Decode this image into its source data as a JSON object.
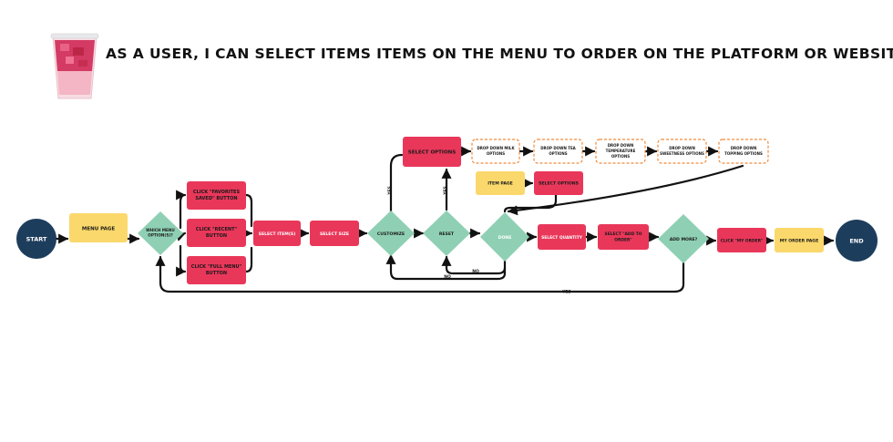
{
  "header": {
    "title": "As a user, I can select items items on the menu to order on the platform or website."
  },
  "flow": {
    "start": "START",
    "end": "END",
    "menu_page": "MENU PAGE",
    "which_menu": [
      "WHICH MENU",
      "OPTION(S)?"
    ],
    "btn_favorites": [
      "CLICK \"FAVORITES",
      "SAVED\" BUTTON"
    ],
    "btn_recent": [
      "CLICK \"RECENT\"",
      "BUTTON"
    ],
    "btn_full": [
      "CLICK \"FULL MENU\"",
      "BUTTON"
    ],
    "select_items": "SELECT ITEM(S)",
    "select_size": "SELECT SIZE",
    "customize": "CUSTOMIZE",
    "reset": "RESET",
    "done": "DONE",
    "select_options": "SELECT OPTIONS",
    "dropdowns": [
      [
        "DROP DOWN MILK",
        "OPTIONS"
      ],
      [
        "DROP DOWN TEA",
        "OPTIONS"
      ],
      [
        "DROP DOWN",
        "TEMPERATURE",
        "OPTIONS"
      ],
      [
        "DROP DOWN",
        "SWEETNESS OPTIONS"
      ],
      [
        "DROP DOWN",
        "TOPPING OPTIONS"
      ]
    ],
    "item_page": "ITEM PAGE",
    "select_options_small": "SELECT OPTIONS",
    "select_quantity": "SELECT QUANTITY",
    "add_to_order": [
      "SELECT \"ADD TO",
      "ORDER\""
    ],
    "add_more": "ADD MORE?",
    "click_my_order": "CLICK \"MY ORDER\"",
    "my_order_page": "MY ORDER PAGE",
    "label_yes_customize": "YES",
    "label_yes_reset": "YES",
    "label_no_done": "NO",
    "label_no_reset": "NO",
    "label_yes_add_more": "YES"
  },
  "colors": {
    "terminal": "#1d3d5c",
    "page": "#fad86b",
    "action": "#e9375a",
    "decision": "#8fd0b4",
    "dropdown_border": "#f08a3a",
    "line": "#111111"
  }
}
